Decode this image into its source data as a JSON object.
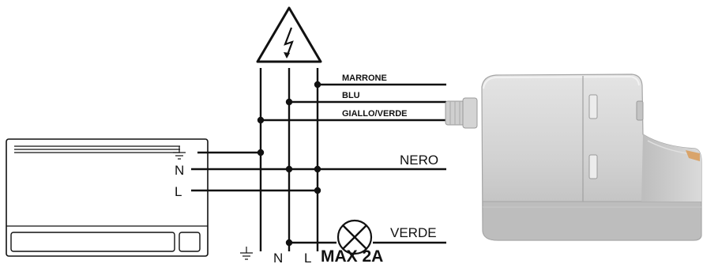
{
  "unit": {
    "terminals": [
      "⏚",
      "N",
      "L"
    ]
  },
  "wires": {
    "marrone": "MARRONE",
    "blu": "BLU",
    "giallo_verde": "GIALLO/VERDE",
    "nero": "NERO",
    "verde": "VERDE"
  },
  "bottom_terminals": [
    "⏚",
    "N",
    "L"
  ],
  "lamp_rating": "MAX 2A",
  "icons": {
    "hazard": "high-voltage-warning-icon",
    "earth": "earth-ground-icon",
    "lamp": "indicator-lamp-icon",
    "device": "condensate-pump-device"
  }
}
